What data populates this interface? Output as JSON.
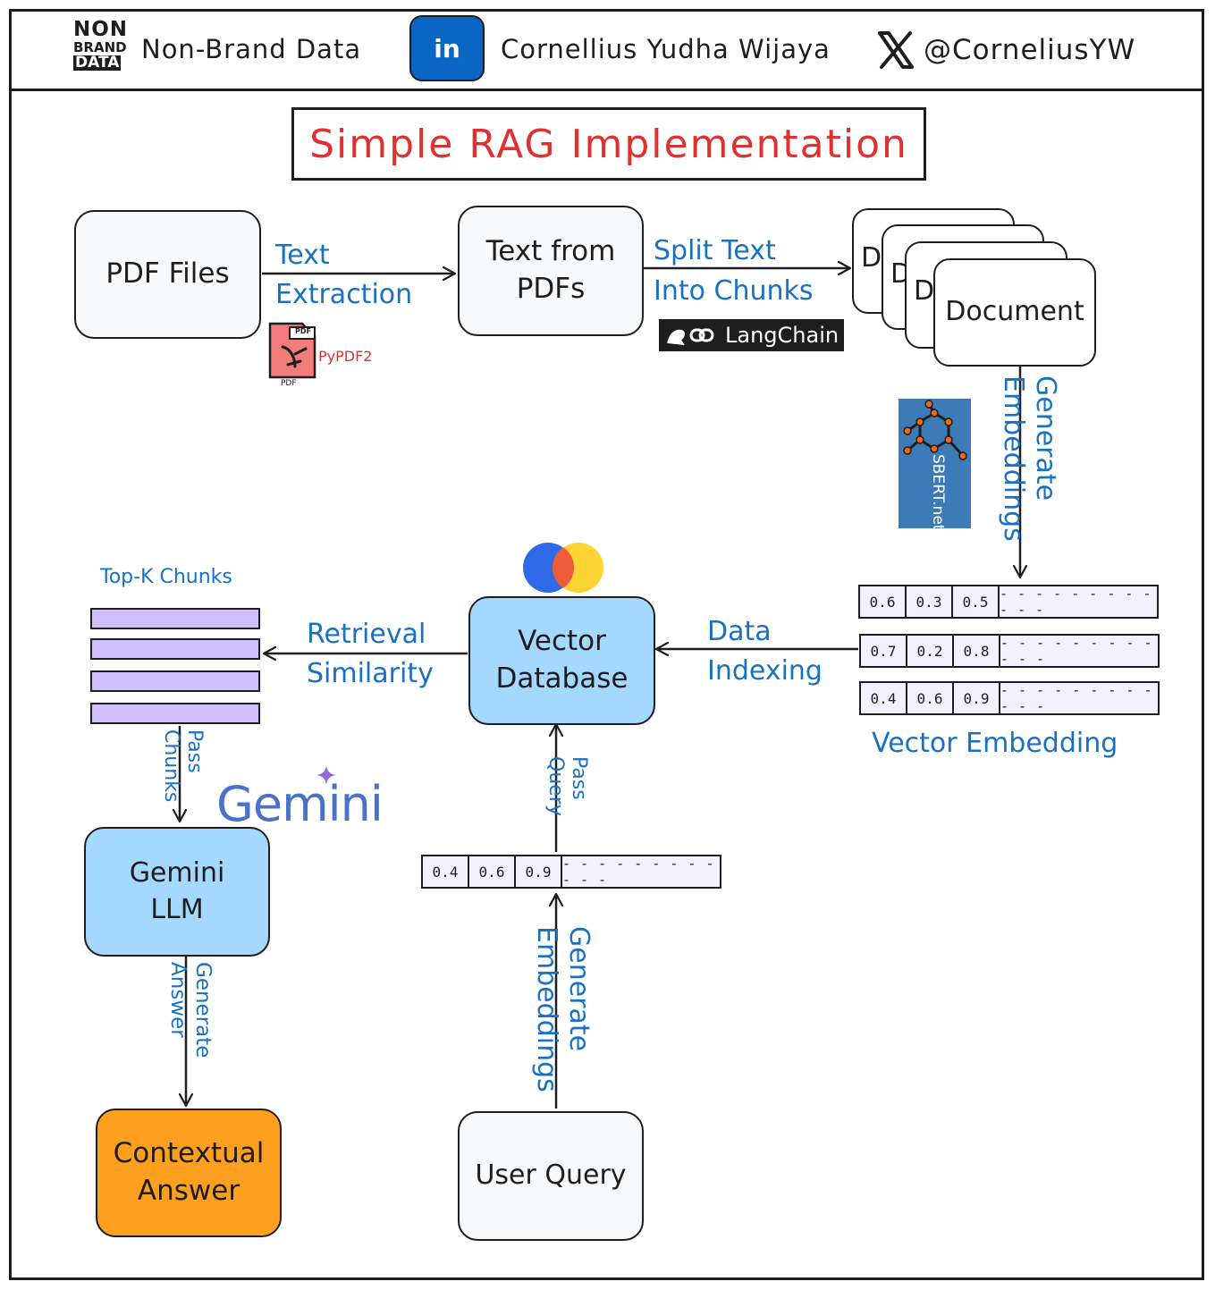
{
  "header": {
    "logo": {
      "line1": "NON",
      "line2": "BRAND",
      "line3": "DATA"
    },
    "brand_name": "Non-Brand Data",
    "linkedin_badge": "in",
    "author_name": "Cornellius Yudha Wijaya",
    "x_handle": "@CorneliusYW"
  },
  "title": "Simple RAG Implementation",
  "nodes": {
    "pdf_files": "PDF Files",
    "text_from_pdfs_line1": "Text from",
    "text_from_pdfs_line2": "PDFs",
    "document": "Document",
    "document_stub": "D",
    "vector_db_line1": "Vector",
    "vector_db_line2": "Database",
    "gemini_llm_line1": "Gemini",
    "gemini_llm_line2": "LLM",
    "contextual_answer_line1": "Contextual",
    "contextual_answer_line2": "Answer",
    "user_query": "User Query"
  },
  "edges": {
    "text_extraction_line1": "Text",
    "text_extraction_line2": "Extraction",
    "split_text_line1": "Split Text",
    "split_text_line2": "Into Chunks",
    "generate_embeddings_line1": "Generate",
    "generate_embeddings_line2": "Embeddings",
    "data_indexing_line1": "Data",
    "data_indexing_line2": "Indexing",
    "retrieval_line1": "Retrieval",
    "retrieval_line2": "Similarity",
    "pass_chunks_line1": "Pass",
    "pass_chunks_line2": "Chunks",
    "pass_query_line1": "Pass",
    "pass_query_line2": "Query",
    "generate_answer_line1": "Generate",
    "generate_answer_line2": "Answer",
    "query_embeddings_line1": "Generate",
    "query_embeddings_line2": "Embeddings"
  },
  "labels": {
    "top_k_chunks": "Top-K Chunks",
    "vector_embedding": "Vector Embedding"
  },
  "logos": {
    "pypdf2": "PyPDF2",
    "pdf_file_small": "PDF",
    "pdf_file_tag": "PDF",
    "langchain": "LangChain",
    "sbert": "SBERT.net",
    "gemini": "Gemini"
  },
  "vector_embeddings": [
    {
      "v1": "0.6",
      "v2": "0.3",
      "v3": "0.5",
      "rest": "- - - - - - - - - - - -"
    },
    {
      "v1": "0.7",
      "v2": "0.2",
      "v3": "0.8",
      "rest": "- - - - - - - - - - - -"
    },
    {
      "v1": "0.4",
      "v2": "0.6",
      "v3": "0.9",
      "rest": "- - - - - - - - - - - -"
    }
  ],
  "query_embedding": {
    "v1": "0.4",
    "v2": "0.6",
    "v3": "0.9",
    "rest": "- - - - - - - - - - - -"
  },
  "colors": {
    "stroke": "#1e1e1e",
    "label_blue": "#1971c2",
    "title_red": "#e03131",
    "box_blue": "#a5d8ff",
    "box_orange": "#fd9f1f",
    "chunk_purple": "#d0bfff",
    "vector_fill": "#f3f0ff",
    "linkedin": "#0a66c2",
    "sbert_blue": "#3d7ab8"
  }
}
